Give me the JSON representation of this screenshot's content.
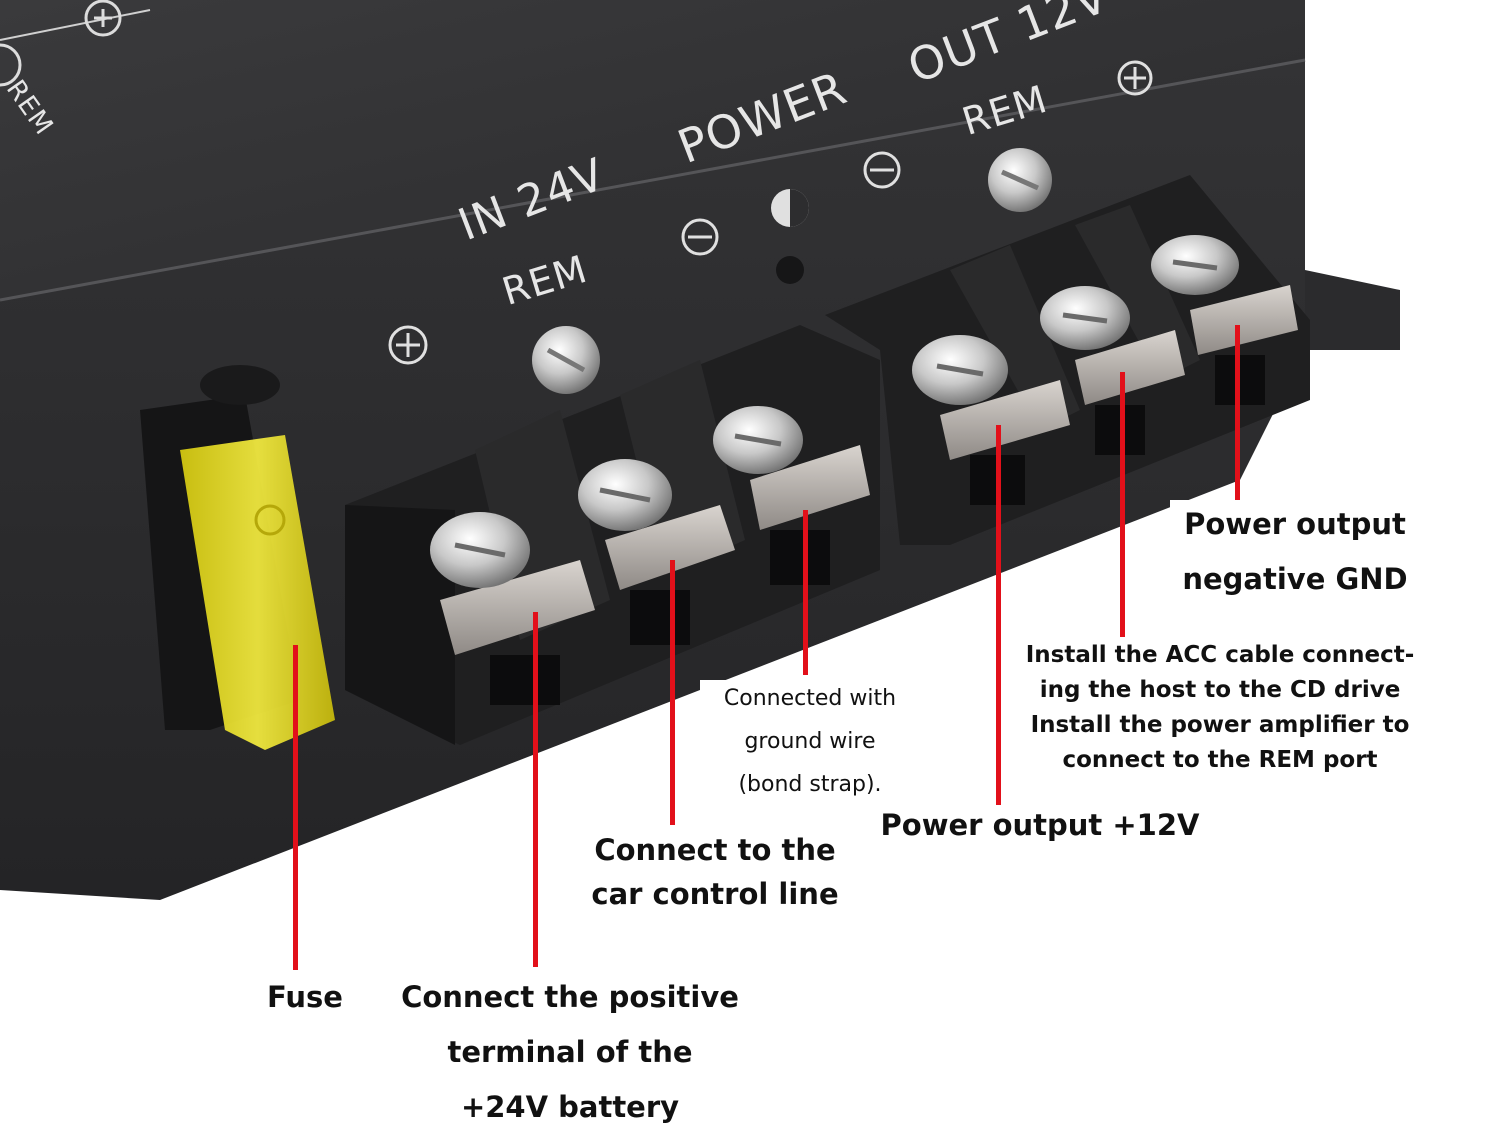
{
  "panel_labels": {
    "in_24v": "IN 24V",
    "power": "POWER",
    "out_12v": "OUT 12V",
    "rem_in": "REM",
    "rem_out": "REM",
    "rem_corner": "REM"
  },
  "callouts": {
    "fuse": [
      "Fuse"
    ],
    "battery": [
      "Connect the positive",
      "terminal of the",
      "+24V battery"
    ],
    "control": [
      "Connect to the",
      "car control line"
    ],
    "ground": [
      "Connected with",
      "ground wire",
      "(bond strap)."
    ],
    "out12": [
      "Power output +12V"
    ],
    "acc": [
      "Install the ACC cable connect-",
      "ing the host to the CD drive",
      "Install the power amplifier to",
      "connect to the REM port"
    ],
    "gnd": [
      "Power output",
      "negative GND"
    ]
  },
  "colors": {
    "leader": "#e2101a",
    "housing": "#2e2e30",
    "terminal_block": "#1f1f20",
    "fuse": "#f2e61c"
  },
  "icons": [
    "plus-symbol-icon",
    "minus-symbol-icon",
    "power-led-icon",
    "screw-icon",
    "fuse-icon"
  ]
}
